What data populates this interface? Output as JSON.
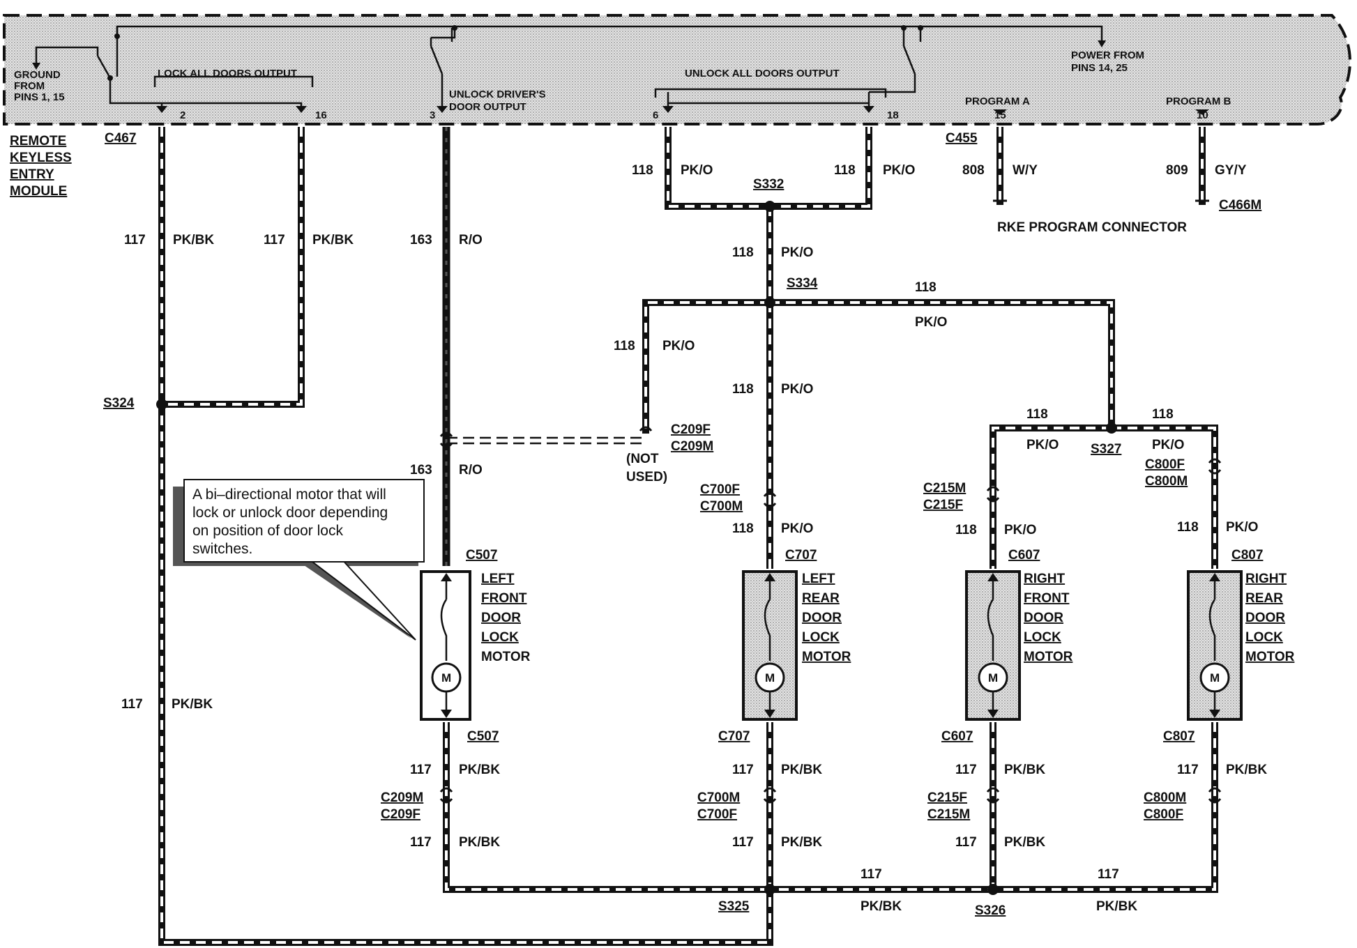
{
  "module": {
    "name_lines": [
      "REMOTE",
      "KEYLESS",
      "ENTRY",
      "MODULE"
    ],
    "ground_lines": [
      "GROUND",
      "FROM",
      "PINS 1, 15"
    ],
    "power_lines": [
      "POWER FROM",
      "PINS 14, 25"
    ],
    "lock_all_label": "LOCK ALL DOORS OUTPUT",
    "unlock_driver_lines": [
      "UNLOCK DRIVER'S",
      "DOOR OUTPUT"
    ],
    "unlock_all_label": "UNLOCK ALL DOORS OUTPUT",
    "program_a": "PROGRAM A",
    "program_b": "PROGRAM B",
    "pins": {
      "p2": "2",
      "p16": "16",
      "p3": "3",
      "p6": "6",
      "p18": "18",
      "p15": "15",
      "p10": "10"
    }
  },
  "connectors": {
    "c467": "C467",
    "c455": "C455",
    "c466m": "C466M",
    "c209f": "C209F",
    "c209m": "C209M",
    "c700f": "C700F",
    "c700m": "C700M",
    "c215m": "C215M",
    "c215f": "C215F",
    "c800f": "C800F",
    "c800m": "C800M",
    "c507": "C507",
    "c707": "C707",
    "c607": "C607",
    "c807": "C807"
  },
  "splices": {
    "s332": "S332",
    "s334": "S334",
    "s324": "S324",
    "s327": "S327",
    "s325": "S325",
    "s326": "S326"
  },
  "circuits": {
    "c117": "117",
    "c118": "118",
    "c163": "163",
    "c808": "808",
    "c809": "809"
  },
  "colors_code": {
    "pk_bk": "PK/BK",
    "pk_o": "PK/O",
    "r_o": "R/O",
    "w_y": "W/Y",
    "gy_y": "GY/Y"
  },
  "rke_program_connector": "RKE PROGRAM CONNECTOR",
  "not_used": [
    "(NOT",
    "USED)"
  ],
  "callout_lines": [
    "A bi–directional motor that will",
    "lock or unlock door depending",
    "on  position  of  door  lock",
    "switches."
  ],
  "motors": [
    {
      "lines": [
        "LEFT",
        "FRONT",
        "DOOR",
        "LOCK",
        "MOTOR"
      ]
    },
    {
      "lines": [
        "LEFT",
        "REAR",
        "DOOR",
        "LOCK",
        "MOTOR"
      ]
    },
    {
      "lines": [
        "RIGHT",
        "FRONT",
        "DOOR",
        "LOCK",
        "MOTOR"
      ]
    },
    {
      "lines": [
        "RIGHT",
        "REAR",
        "DOOR",
        "LOCK",
        "MOTOR"
      ]
    }
  ],
  "motor_symbol": "M",
  "palette": {
    "ink": "#111111",
    "shade": "#cfcfcf",
    "paper": "#ffffff"
  }
}
